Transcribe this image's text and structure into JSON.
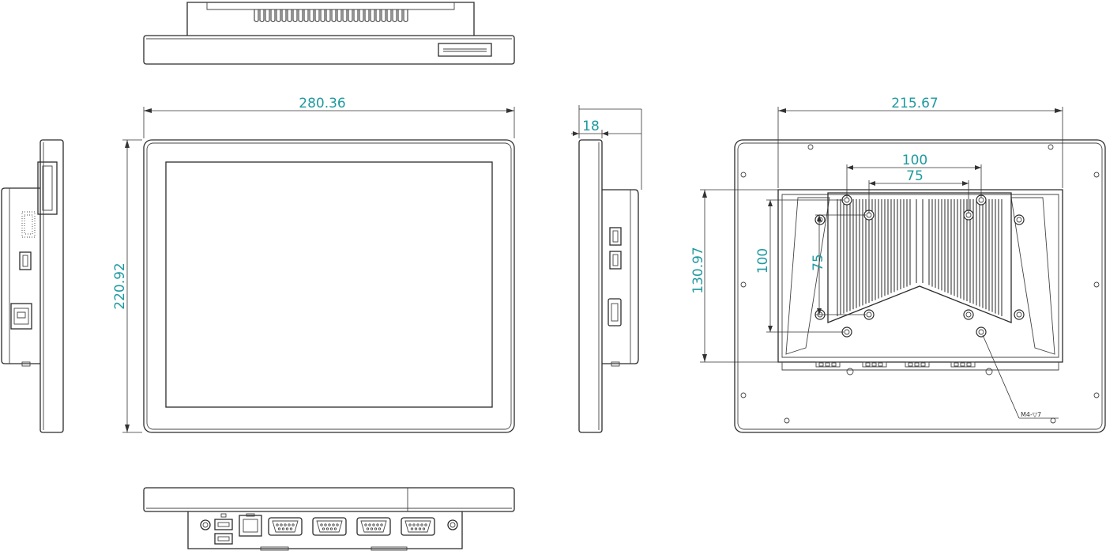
{
  "dimensions": {
    "front_width": "280.36",
    "front_height": "220.92",
    "depth": "18",
    "rear_width": "215.67",
    "rear_mount_height": "130.97",
    "vesa_horizontal_large": "100",
    "vesa_horizontal_small": "75",
    "vesa_vertical_large": "100",
    "vesa_vertical_small": "75"
  },
  "notes": {
    "screw_callout": "M4-▽7"
  },
  "colors": {
    "dimension_text": "#1f9aa0",
    "line": "#2b2b2b"
  }
}
